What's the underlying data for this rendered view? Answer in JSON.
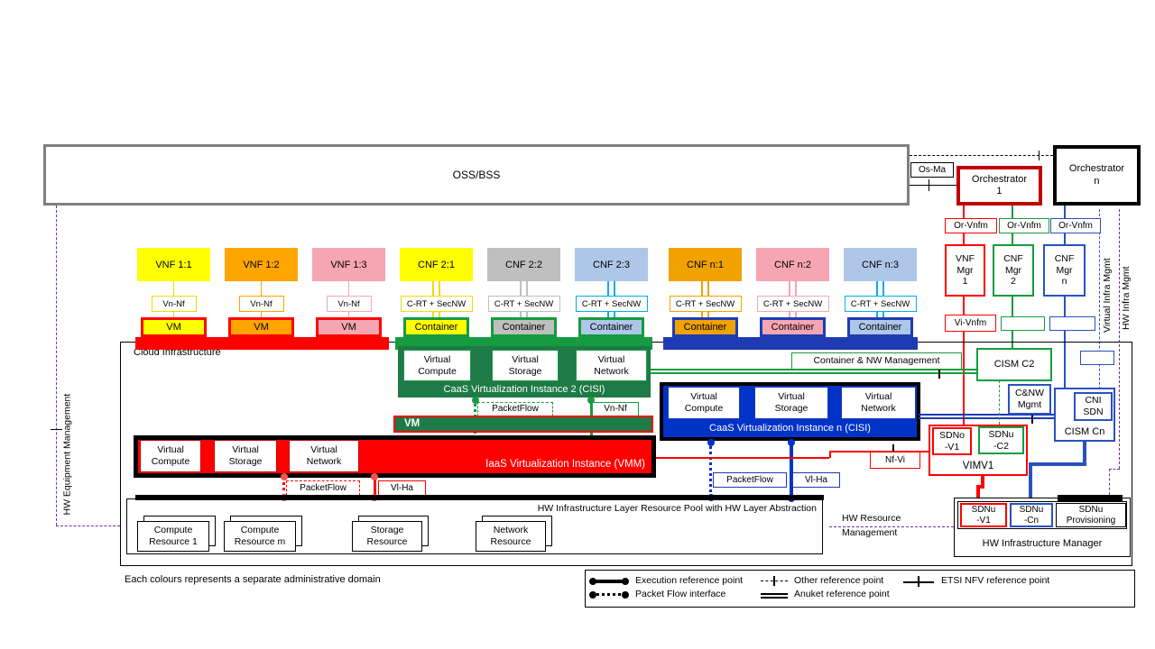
{
  "colors": {
    "red": "#FF0000",
    "dark_red": "#C00000",
    "green": "#169B41",
    "green_fill": "#1E7A46",
    "blue": "#1F3BB3",
    "blue_mgmt": "#2A52BE",
    "blue_fill": "#0233C8",
    "light_blue": "#AEC6E8",
    "cyan": "#00B0F0",
    "yellow": "#FFFF00",
    "orange": "#FFA500",
    "gold": "#F0A202",
    "pink": "#F6A6B2",
    "gray": "#BFBFBF",
    "purple": "#7030A0",
    "oss_border": "#7F7F7F"
  },
  "oss": {
    "label": "OSS/BSS"
  },
  "os_ma": "Os-Ma",
  "orchestrator1": "Orchestrator\n1",
  "orchestrator_n": "Orchestrator\nn",
  "or_vnfm": [
    "Or-Vnfm",
    "Or-Vnfm",
    "Or-Vnfm"
  ],
  "managers": [
    "VNF\nMgr\n1",
    "CNF\nMgr\n2",
    "CNF\nMgr\nn"
  ],
  "vi_vnfm": "Vi-Vnfm",
  "vertical_labels": {
    "virtual_infra": "Virtual Infra Mgmt",
    "hw_infra": "HW Infra Mgmt",
    "hw_equipment": "HW Equipment Management"
  },
  "nf_row": [
    {
      "label": "VNF 1:1",
      "fill": "#FFFF00",
      "line": "#F0DC00",
      "double": false,
      "iface": "Vn-Nf",
      "runtime": "VM",
      "runtime_fill": "#FFFF00",
      "group": "red"
    },
    {
      "label": "VNF 1:2",
      "fill": "#FFA500",
      "line": "#FFA500",
      "double": false,
      "iface": "Vn-Nf",
      "runtime": "VM",
      "runtime_fill": "#FFA500",
      "group": "red"
    },
    {
      "label": "VNF 1:3",
      "fill": "#F6A6B2",
      "line": "#F6A6B2",
      "double": false,
      "iface": "Vn-Nf",
      "runtime": "VM",
      "runtime_fill": "#F6A6B2",
      "group": "red"
    },
    {
      "label": "CNF 2:1",
      "fill": "#FFFF00",
      "line": "#F0DC00",
      "double": true,
      "iface": "C-RT + SecNW",
      "runtime": "Container",
      "runtime_fill": "#FFFF00",
      "group": "green"
    },
    {
      "label": "CNF 2:2",
      "fill": "#BFBFBF",
      "line": "#BFBFBF",
      "double": true,
      "iface": "C-RT + SecNW",
      "runtime": "Container",
      "runtime_fill": "#BFBFBF",
      "group": "green"
    },
    {
      "label": "CNF 2:3",
      "fill": "#AEC6E8",
      "line": "#00B0F0",
      "double": true,
      "iface": "C-RT + SecNW",
      "runtime": "Container",
      "runtime_fill": "#AEC6E8",
      "group": "green"
    },
    {
      "label": "CNF n:1",
      "fill": "#F0A202",
      "line": "#F0A202",
      "double": true,
      "iface": "C-RT + SecNW",
      "runtime": "Container",
      "runtime_fill": "#F0A202",
      "group": "blue"
    },
    {
      "label": "CNF n:2",
      "fill": "#F6A6B2",
      "line": "#F6A6B2",
      "double": true,
      "iface": "C-RT + SecNW",
      "runtime": "Container",
      "runtime_fill": "#F6A6B2",
      "group": "blue"
    },
    {
      "label": "CNF n:3",
      "fill": "#AEC6E8",
      "line": "#00B0F0",
      "double": true,
      "iface": "C-RT + SecNW",
      "runtime": "Container",
      "runtime_fill": "#AEC6E8",
      "group": "blue"
    }
  ],
  "cloud": {
    "label": "Cloud Infrastructure"
  },
  "caas2": {
    "title": "CaaS Virtualization Instance 2 (CISI)",
    "children": [
      "Virtual\nCompute",
      "Virtual\nStorage",
      "Virtual\nNetwork"
    ],
    "packetflow": "PacketFlow",
    "vn_nf": "Vn-Nf"
  },
  "vm_layer": "VM",
  "iaas": {
    "title": "IaaS Virtualization Instance (VMM)",
    "children": [
      "Virtual\nCompute",
      "Virtual\nStorage",
      "Virtual\nNetwork"
    ],
    "packetflow": "PacketFlow",
    "vl_ha": "Vl-Ha"
  },
  "caasn": {
    "title": "CaaS Virtualization Instance n (CISI)",
    "children": [
      "Virtual\nCompute",
      "Virtual\nStorage",
      "Virtual\nNetwork"
    ],
    "packetflow": "PacketFlow",
    "vl_ha": "Vl-Ha"
  },
  "mgmt": {
    "cism_c2": "CISM C2",
    "container_nw": "Container & NW Management",
    "cnw_mgmt": "C&NW\nMgmt",
    "cism_cn": "CISM Cn",
    "cni_sdn": "CNI\nSDN",
    "nf_vi": "Nf-Vi",
    "vimv1": "VIMV1",
    "sdno_v1": "SDNo\n-V1",
    "sdnu_c2": "SDNu\n-C2"
  },
  "hw_pool": {
    "title": "HW Infrastructure Layer Resource Pool with HW Layer Abstraction",
    "resources": [
      "Compute\nResource 1",
      "Compute\nResource m",
      "Storage\nResource",
      "Network\nResource"
    ]
  },
  "hw_resource_mgmt": "HW Resource\nManagement",
  "hw_mgr": {
    "title": "HW Infrastructure Manager",
    "sdnu_v1": "SDNu\n-V1",
    "sdnu_cn": "SDNu\n-Cn",
    "sdnu_prov": "SDNu\nProvisioning"
  },
  "legend_note": "Each colours represents a separate administrative domain",
  "legend": {
    "execution": "Execution reference point",
    "packet_flow": "Packet Flow interface",
    "other": "Other reference point",
    "anuket": "Anuket reference point",
    "etsi": "ETSI NFV reference point"
  }
}
